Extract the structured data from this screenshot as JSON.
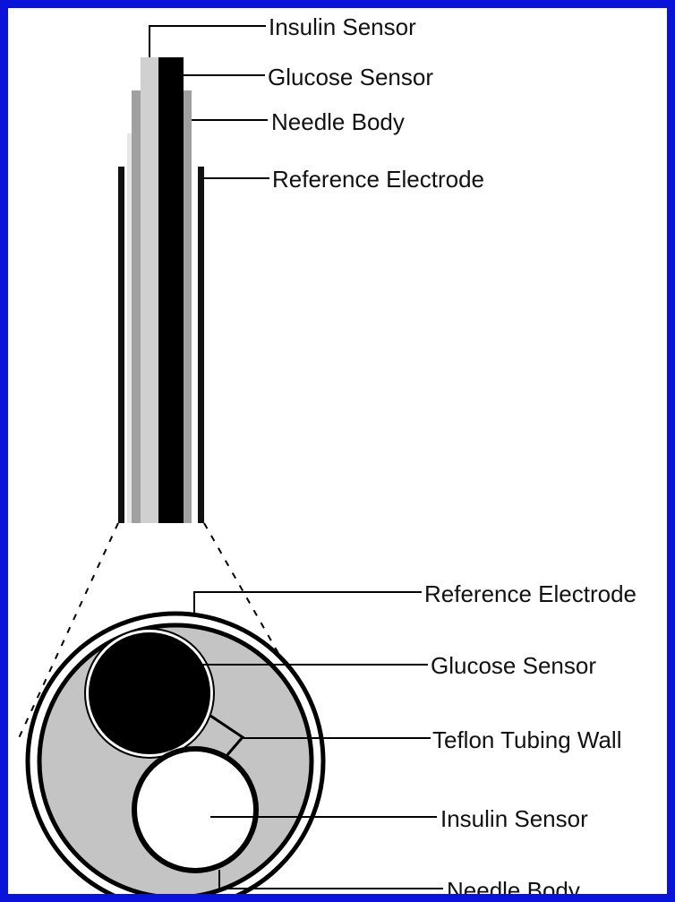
{
  "colors": {
    "border": "#0a14d8",
    "black": "#000000",
    "light_gray": "#d0d0d0",
    "mid_gray": "#a0a0a0",
    "fill_gray": "#c4c4c4",
    "white": "#ffffff"
  },
  "side_view": {
    "labels": {
      "insulin_sensor": "Insulin Sensor",
      "glucose_sensor": "Glucose Sensor",
      "needle_body": "Needle Body",
      "reference_electrode": "Reference Electrode"
    }
  },
  "cross_section": {
    "labels": {
      "reference_electrode": "Reference Electrode",
      "glucose_sensor": "Glucose Sensor",
      "teflon_tubing_wall": "Teflon Tubing Wall",
      "insulin_sensor": "Insulin Sensor",
      "needle_body": "Needle Body"
    }
  }
}
